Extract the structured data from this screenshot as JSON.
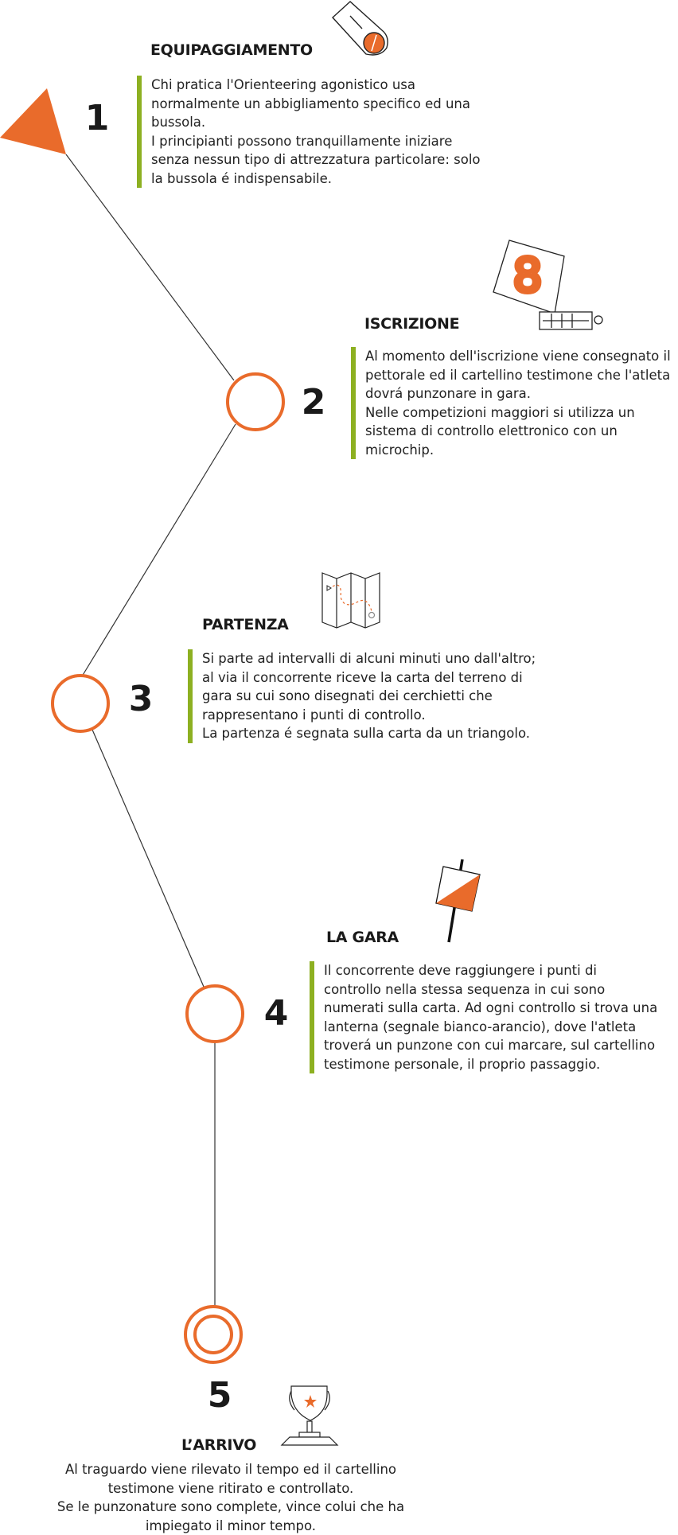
{
  "colors": {
    "accent": "#e96b2b",
    "bar": "#8db021",
    "text": "#1a1a1a"
  },
  "steps": [
    {
      "number": "1",
      "title": "EQUIPAGGIAMENTO",
      "icon": "compass-icon",
      "lines": [
        "Chi pratica l'Orienteering agonistico usa normalmente un abbigliamento specifico ed una bussola.",
        "I principianti possono tranquillamente iniziare senza nessun tipo di attrezzatura particolare: solo la bussola é indispensabile."
      ]
    },
    {
      "number": "2",
      "title": "ISCRIZIONE",
      "icon": "bib-number-icon",
      "bib": "8",
      "lines": [
        "Al momento dell'iscrizione viene consegnato il pettorale ed il cartellino testimone che l'atleta dovrá punzonare in gara.",
        "Nelle competizioni maggiori si utilizza un sistema di controllo elettronico con un microchip."
      ]
    },
    {
      "number": "3",
      "title": "PARTENZA",
      "icon": "map-icon",
      "lines": [
        "Si parte ad intervalli di alcuni minuti uno dall'altro; al via il concorrente riceve la carta del terreno di gara su cui sono disegnati dei cerchietti che rappresentano i punti di controllo.",
        "La partenza é segnata sulla carta da un triangolo."
      ]
    },
    {
      "number": "4",
      "title": "LA GARA",
      "icon": "control-flag-icon",
      "lines": [
        "Il concorrente deve raggiungere i punti di controllo nella stessa sequenza in cui sono numerati sulla carta. Ad ogni controllo si trova una lanterna (segnale bianco-arancio), dove l'atleta troverá un punzone con cui marcare, sul cartellino testimone personale, il proprio passaggio."
      ]
    },
    {
      "number": "5",
      "title": "L’ARRIVO",
      "icon": "trophy-icon",
      "lines": [
        "Al traguardo viene rilevato il tempo ed il cartellino testimone viene ritirato e controllato.",
        "Se le punzonature sono complete, vince colui che ha impiegato il minor tempo."
      ]
    }
  ]
}
